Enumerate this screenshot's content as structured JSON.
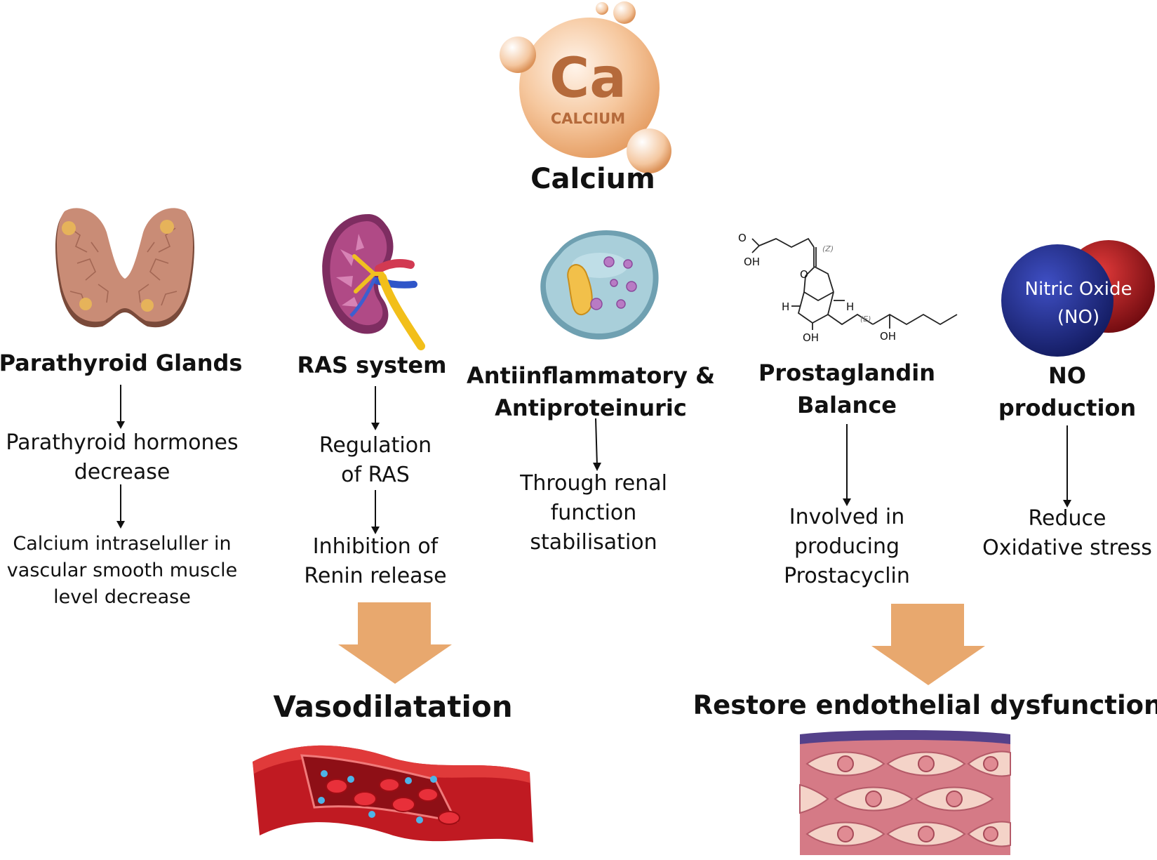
{
  "top": {
    "badge_symbol": "Ca",
    "badge_name": "CALCIUM",
    "title": "Calcium"
  },
  "columns": {
    "parathyroid": {
      "title": "Parathyroid Glands",
      "step1": [
        "Parathyroid hormones",
        "decrease"
      ],
      "step2": [
        "Calcium intraseluller in",
        "vascular smooth muscle",
        "level decrease"
      ]
    },
    "ras": {
      "title": "RAS system",
      "step1": [
        "Regulation",
        "of RAS"
      ],
      "step2": [
        "Inhibition of",
        "Renin release"
      ]
    },
    "anti": {
      "title": [
        "Antiinflammatory &",
        "Antiproteinuric"
      ],
      "step1": [
        "Through renal",
        "function",
        "stabilisation"
      ]
    },
    "prostaglandin": {
      "title": [
        "Prostaglandin",
        "Balance"
      ],
      "step1": [
        "Involved in",
        "producing",
        "Prostacyclin"
      ],
      "molecule_labels": [
        "O",
        "OH",
        "O",
        "H",
        "H",
        "OH",
        "OH",
        "(Z)",
        "(E)"
      ]
    },
    "no": {
      "badge": [
        "Nitric Oxide",
        "(NO)"
      ],
      "title": [
        "NO",
        "production"
      ],
      "step1": [
        "Reduce",
        "Oxidative stress"
      ]
    }
  },
  "outcomes": {
    "left": "Vasodilatation",
    "right": "Restore endothelial dysfunction"
  },
  "colors": {
    "outcome_arrow": "#e8a86e",
    "calcium_orb": "#f2b98a",
    "no_blue": "#1e2a8a",
    "no_red": "#b3121c"
  }
}
